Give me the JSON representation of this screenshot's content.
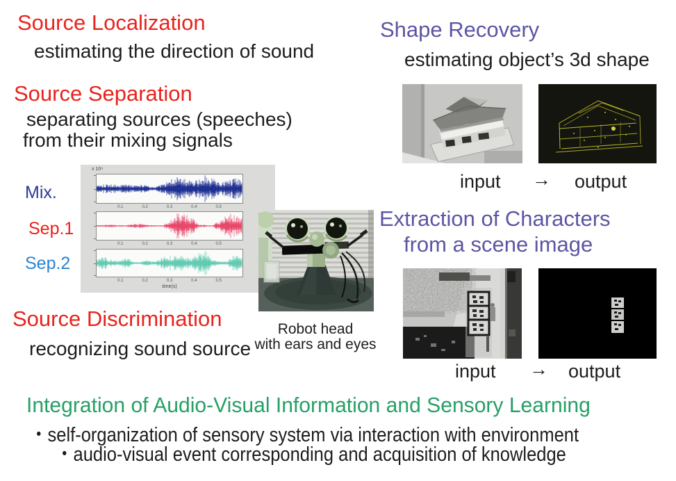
{
  "colors": {
    "red_heading": "#e8231d",
    "purple_heading": "#5c55a3",
    "green_heading": "#27a066",
    "body_text": "#1c1c1c",
    "panel_bg": "#dbdbd9"
  },
  "sections": {
    "source_localization": {
      "title": "Source Localization",
      "subtitle": "estimating the direction of sound"
    },
    "source_separation": {
      "title": "Source Separation",
      "subtitle_line1": "separating sources (speeches)",
      "subtitle_line2": "from their mixing signals"
    },
    "source_discrimination": {
      "title": "Source Discrimination",
      "subtitle": "recognizing sound source"
    },
    "shape_recovery": {
      "title": "Shape Recovery",
      "subtitle": "estimating object’s 3d shape"
    },
    "character_extraction": {
      "title_line1": "Extraction of Characters",
      "title_line2": "from a scene image"
    },
    "integration": {
      "title": "Integration of Audio-Visual Information and Sensory Learning",
      "bullet1": "・self-organization of sensory system via interaction with environment",
      "bullet2": "・audio-visual event corresponding and acquisition of knowledge"
    }
  },
  "io": {
    "input": "input",
    "arrow": "→",
    "output": "output"
  },
  "robot": {
    "caption_line1": "Robot head",
    "caption_line2": "with ears and eyes"
  },
  "chart_data": {
    "type": "line",
    "title": "",
    "xlabel": "time(s)",
    "scale_label": "x 10⁴",
    "x_ticks": [
      "0.1",
      "0.2",
      "0.3",
      "0.4",
      "0.5"
    ],
    "x_range": [
      0,
      0.6
    ],
    "grid": false,
    "legend_position": "left-labels",
    "series": [
      {
        "name": "Mix.",
        "label_color": "#2b3a93",
        "wave_color": "#1e3091",
        "envelope": [
          0.3,
          0.34,
          0.3,
          0.26,
          0.32,
          0.3,
          0.28,
          0.24,
          0.14,
          0.3,
          0.55,
          0.85,
          0.7,
          0.6,
          0.55,
          0.95,
          0.85,
          0.45,
          0.55,
          0.8,
          0.75
        ]
      },
      {
        "name": "Sep.1",
        "label_color": "#ed2017",
        "wave_color": "#e8486a",
        "envelope": [
          0.05,
          0.07,
          0.12,
          0.06,
          0.05,
          0.14,
          0.16,
          0.08,
          0.05,
          0.06,
          0.3,
          0.9,
          0.95,
          0.65,
          0.15,
          0.06,
          0.05,
          0.4,
          0.85,
          0.9,
          0.6
        ]
      },
      {
        "name": "Sep.2",
        "label_color": "#2b83d2",
        "wave_color": "#62cbb1",
        "envelope": [
          0.35,
          0.5,
          0.28,
          0.18,
          0.45,
          0.12,
          0.06,
          0.25,
          0.12,
          0.4,
          0.55,
          0.6,
          0.55,
          0.3,
          0.75,
          0.95,
          0.4,
          0.1,
          0.15,
          0.6,
          0.45
        ]
      }
    ]
  }
}
